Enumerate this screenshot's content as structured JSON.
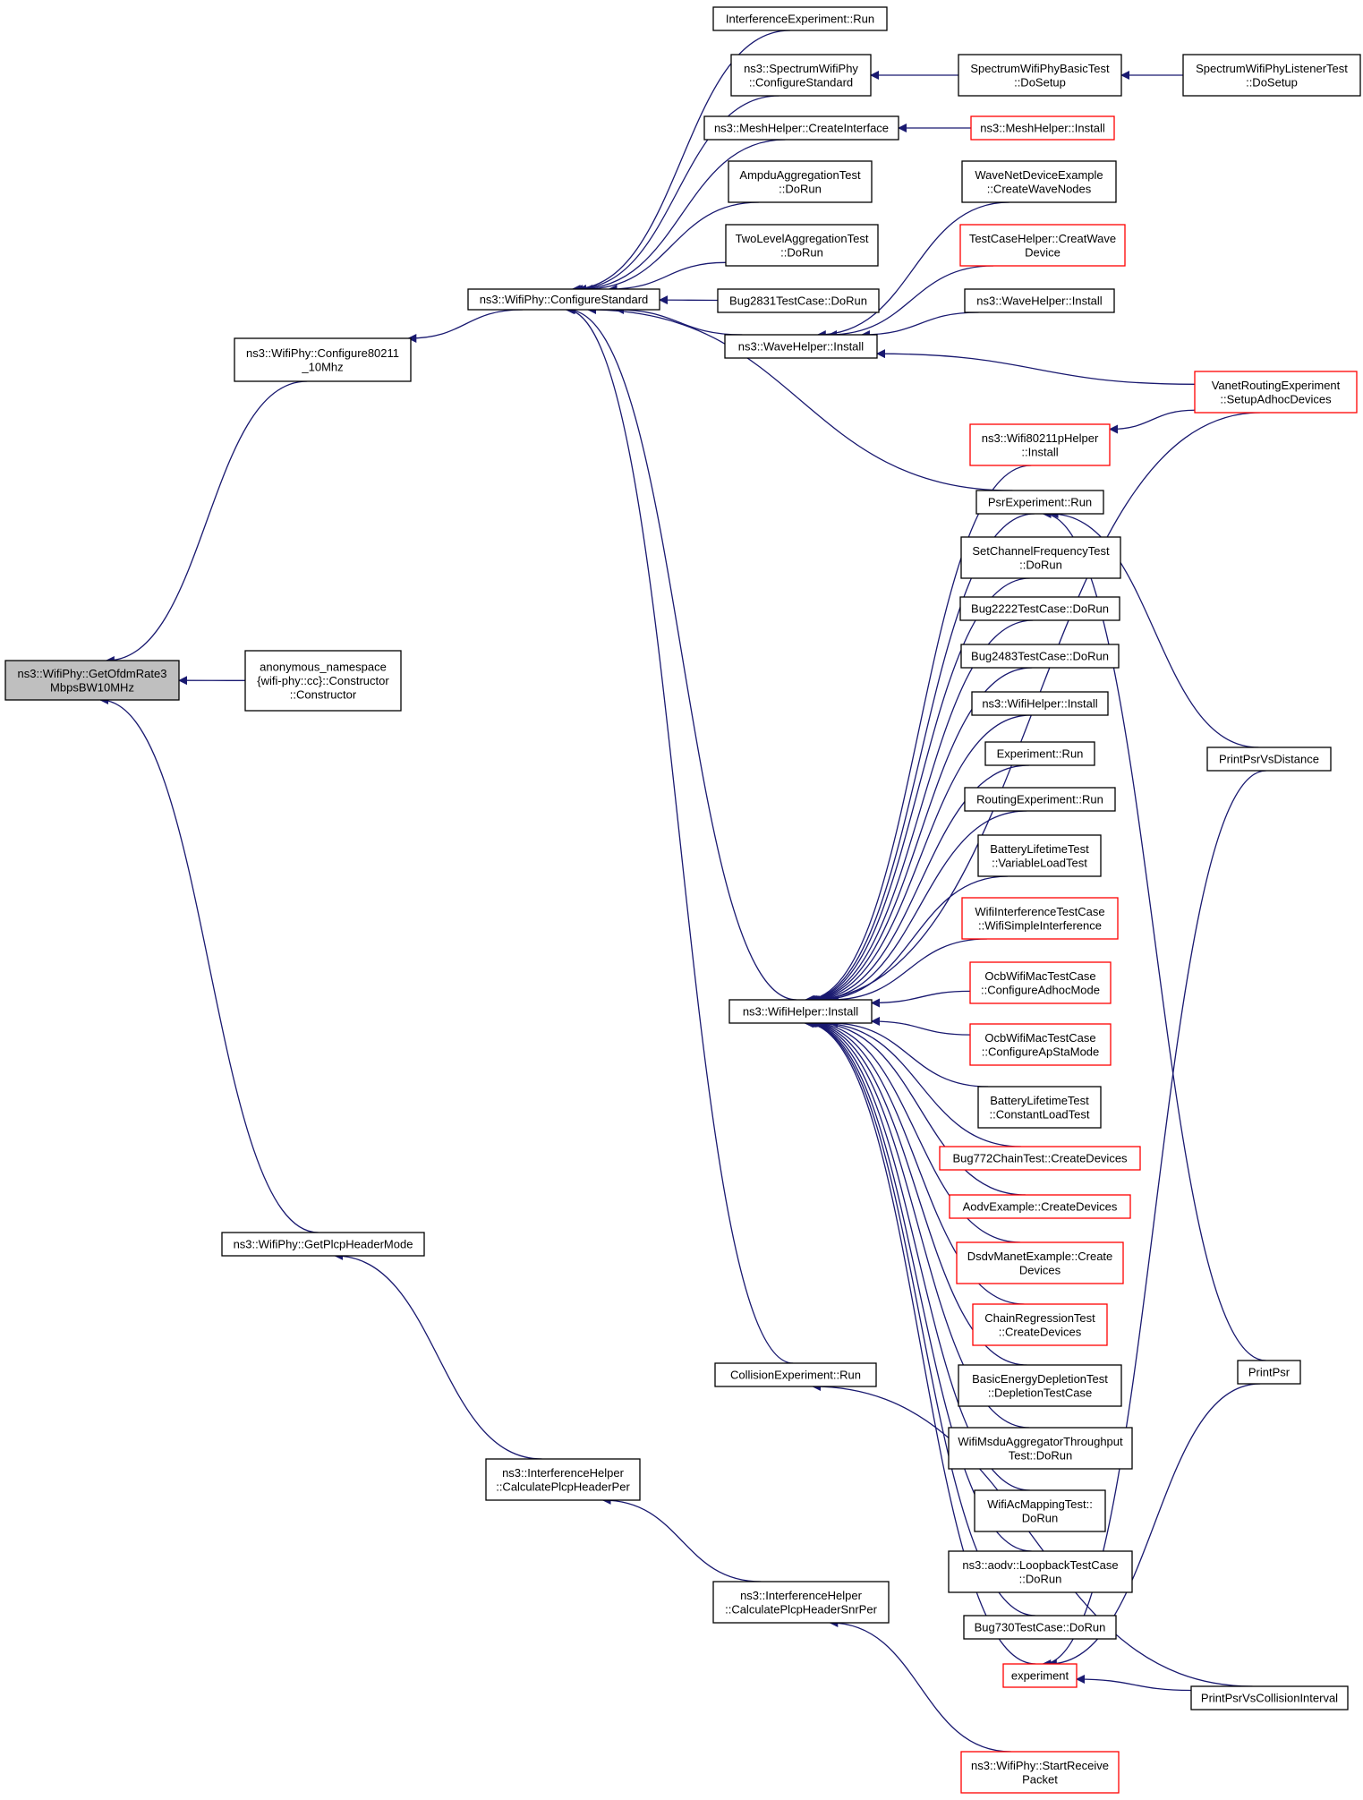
{
  "colors": {
    "edge": "#191970",
    "border": "#000000",
    "truncated_border": "#ff0000",
    "root_fill": "#bfbfbf"
  },
  "nodes": [
    {
      "id": "root",
      "lines": [
        "ns3::WifiPhy::GetOfdmRate3",
        "MbpsBW10MHz"
      ],
      "style": "root"
    },
    {
      "id": "cfg10",
      "lines": [
        "ns3::WifiPhy::Configure80211",
        "_10Mhz"
      ],
      "style": "normal"
    },
    {
      "id": "anon",
      "lines": [
        "anonymous_namespace",
        "{wifi-phy::cc}::Constructor",
        "::Constructor"
      ],
      "style": "normal"
    },
    {
      "id": "plcpMode",
      "lines": [
        "ns3::WifiPhy::GetPlcpHeaderMode"
      ],
      "style": "normal"
    },
    {
      "id": "cfgStd",
      "lines": [
        "ns3::WifiPhy::ConfigureStandard"
      ],
      "style": "normal"
    },
    {
      "id": "interfRun",
      "lines": [
        "InterferenceExperiment::Run"
      ],
      "style": "normal"
    },
    {
      "id": "specCfg",
      "lines": [
        "ns3::SpectrumWifiPhy",
        "::ConfigureStandard"
      ],
      "style": "normal"
    },
    {
      "id": "meshCI",
      "lines": [
        "ns3::MeshHelper::CreateInterface"
      ],
      "style": "normal"
    },
    {
      "id": "ampdu",
      "lines": [
        "AmpduAggregationTest",
        "::DoRun"
      ],
      "style": "normal"
    },
    {
      "id": "twoLevel",
      "lines": [
        "TwoLevelAggregationTest",
        "::DoRun"
      ],
      "style": "normal"
    },
    {
      "id": "bug2831",
      "lines": [
        "Bug2831TestCase::DoRun"
      ],
      "style": "normal"
    },
    {
      "id": "waveInst",
      "lines": [
        "ns3::WaveHelper::Install"
      ],
      "style": "normal"
    },
    {
      "id": "wifiInst",
      "lines": [
        "ns3::WifiHelper::Install"
      ],
      "style": "normal"
    },
    {
      "id": "collRun",
      "lines": [
        "CollisionExperiment::Run"
      ],
      "style": "normal"
    },
    {
      "id": "calcPer",
      "lines": [
        "ns3::InterferenceHelper",
        "::CalculatePlcpHeaderPer"
      ],
      "style": "normal"
    },
    {
      "id": "calcSnr",
      "lines": [
        "ns3::InterferenceHelper",
        "::CalculatePlcpHeaderSnrPer"
      ],
      "style": "normal"
    },
    {
      "id": "specBasic",
      "lines": [
        "SpectrumWifiPhyBasicTest",
        "::DoSetup"
      ],
      "style": "normal"
    },
    {
      "id": "specListen",
      "lines": [
        "SpectrumWifiPhyListenerTest",
        "::DoSetup"
      ],
      "style": "normal"
    },
    {
      "id": "meshInst",
      "lines": [
        "ns3::MeshHelper::Install"
      ],
      "style": "red"
    },
    {
      "id": "waveNet",
      "lines": [
        "WaveNetDeviceExample",
        "::CreateWaveNodes"
      ],
      "style": "normal"
    },
    {
      "id": "tcHelper",
      "lines": [
        "TestCaseHelper::CreatWave",
        "Device"
      ],
      "style": "red"
    },
    {
      "id": "waveInst2",
      "lines": [
        "ns3::WaveHelper::Install"
      ],
      "style": "normal"
    },
    {
      "id": "vanet",
      "lines": [
        "VanetRoutingExperiment",
        "::SetupAdhocDevices"
      ],
      "style": "red"
    },
    {
      "id": "w80211p",
      "lines": [
        "ns3::Wifi80211pHelper",
        "::Install"
      ],
      "style": "red"
    },
    {
      "id": "psrRun",
      "lines": [
        "PsrExperiment::Run"
      ],
      "style": "normal"
    },
    {
      "id": "setChan",
      "lines": [
        "SetChannelFrequencyTest",
        "::DoRun"
      ],
      "style": "normal"
    },
    {
      "id": "bug2222",
      "lines": [
        "Bug2222TestCase::DoRun"
      ],
      "style": "normal"
    },
    {
      "id": "bug2483",
      "lines": [
        "Bug2483TestCase::DoRun"
      ],
      "style": "normal"
    },
    {
      "id": "wifiInst2",
      "lines": [
        "ns3::WifiHelper::Install"
      ],
      "style": "normal"
    },
    {
      "id": "expRun",
      "lines": [
        "Experiment::Run"
      ],
      "style": "normal"
    },
    {
      "id": "routRun",
      "lines": [
        "RoutingExperiment::Run"
      ],
      "style": "normal"
    },
    {
      "id": "battVar",
      "lines": [
        "BatteryLifetimeTest",
        "::VariableLoadTest"
      ],
      "style": "normal"
    },
    {
      "id": "wifiInterf",
      "lines": [
        "WifiInterferenceTestCase",
        "::WifiSimpleInterference"
      ],
      "style": "red"
    },
    {
      "id": "ocbAdhoc",
      "lines": [
        "OcbWifiMacTestCase",
        "::ConfigureAdhocMode"
      ],
      "style": "red"
    },
    {
      "id": "ocbApSta",
      "lines": [
        "OcbWifiMacTestCase",
        "::ConfigureApStaMode"
      ],
      "style": "red"
    },
    {
      "id": "battConst",
      "lines": [
        "BatteryLifetimeTest",
        "::ConstantLoadTest"
      ],
      "style": "normal"
    },
    {
      "id": "bug772",
      "lines": [
        "Bug772ChainTest::CreateDevices"
      ],
      "style": "red"
    },
    {
      "id": "aodvEx",
      "lines": [
        "AodvExample::CreateDevices"
      ],
      "style": "red"
    },
    {
      "id": "dsdv",
      "lines": [
        "DsdvManetExample::Create",
        "Devices"
      ],
      "style": "red"
    },
    {
      "id": "chainReg",
      "lines": [
        "ChainRegressionTest",
        "::CreateDevices"
      ],
      "style": "red"
    },
    {
      "id": "basicEnergy",
      "lines": [
        "BasicEnergyDepletionTest",
        "::DepletionTestCase"
      ],
      "style": "normal"
    },
    {
      "id": "msdu",
      "lines": [
        "WifiMsduAggregatorThroughput",
        "Test::DoRun"
      ],
      "style": "normal"
    },
    {
      "id": "acMap",
      "lines": [
        "WifiAcMappingTest::",
        "DoRun"
      ],
      "style": "normal"
    },
    {
      "id": "aodvLoop",
      "lines": [
        "ns3::aodv::LoopbackTestCase",
        "::DoRun"
      ],
      "style": "normal"
    },
    {
      "id": "bug730",
      "lines": [
        "Bug730TestCase::DoRun"
      ],
      "style": "normal"
    },
    {
      "id": "experiment",
      "lines": [
        "experiment"
      ],
      "style": "red"
    },
    {
      "id": "startRecv",
      "lines": [
        "ns3::WifiPhy::StartReceive",
        "Packet"
      ],
      "style": "red"
    },
    {
      "id": "printDist",
      "lines": [
        "PrintPsrVsDistance"
      ],
      "style": "normal"
    },
    {
      "id": "printPsr",
      "lines": [
        "PrintPsr"
      ],
      "style": "normal"
    },
    {
      "id": "printColl",
      "lines": [
        "PrintPsrVsCollisionInterval"
      ],
      "style": "normal"
    }
  ]
}
